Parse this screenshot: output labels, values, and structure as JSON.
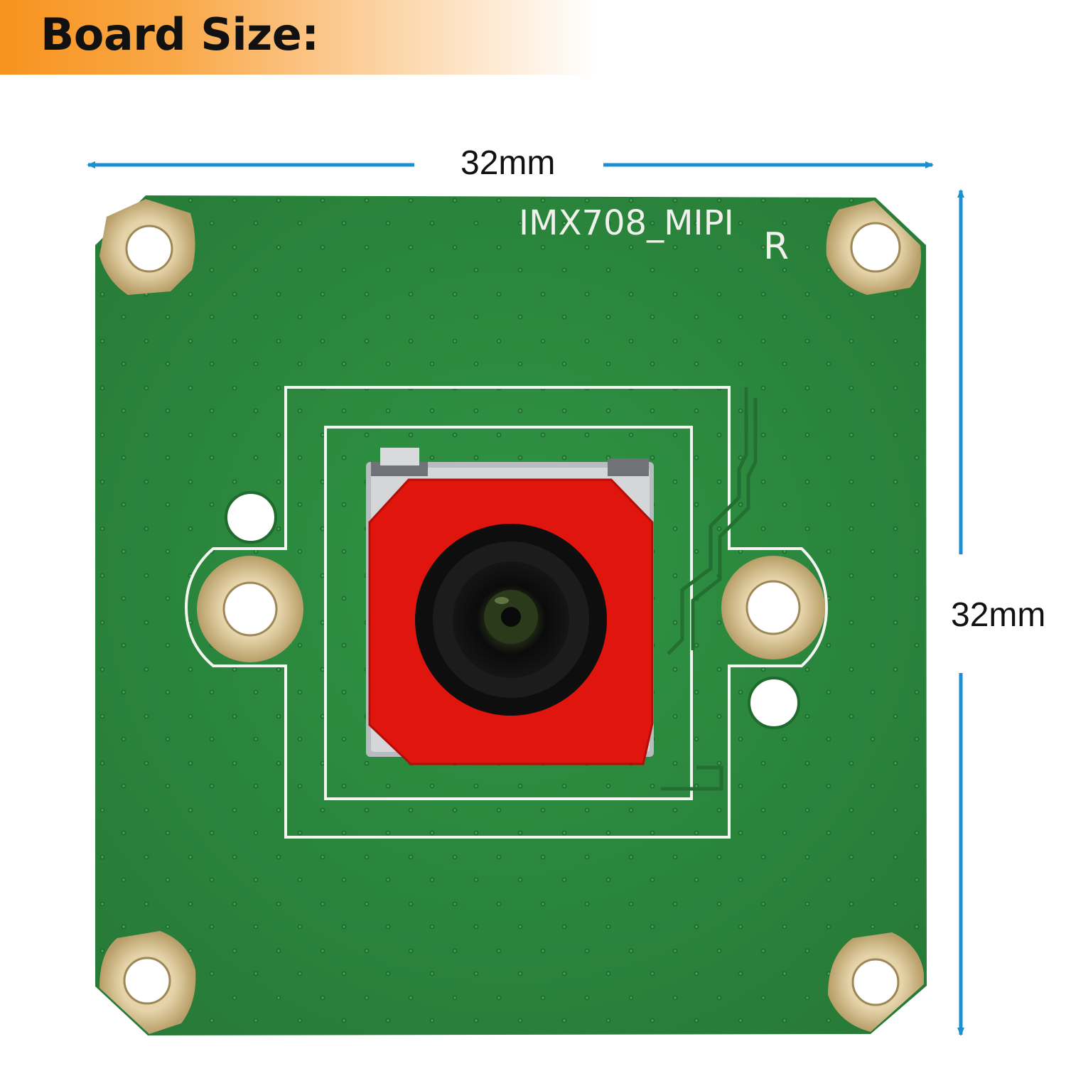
{
  "header": {
    "title": "Board Size:"
  },
  "dimensions": {
    "width_label": "32mm",
    "height_label": "32mm"
  },
  "board": {
    "silkscreen_model": "IMX708_MIPI",
    "silkscreen_marker": "R"
  },
  "colors": {
    "banner_accent": "#f7931e",
    "dimension_arrow": "#1b8fd0",
    "pcb_green": "#2d8a3e",
    "lens_holder_red": "#e0150e",
    "pad_gold": "#d6c39a"
  }
}
